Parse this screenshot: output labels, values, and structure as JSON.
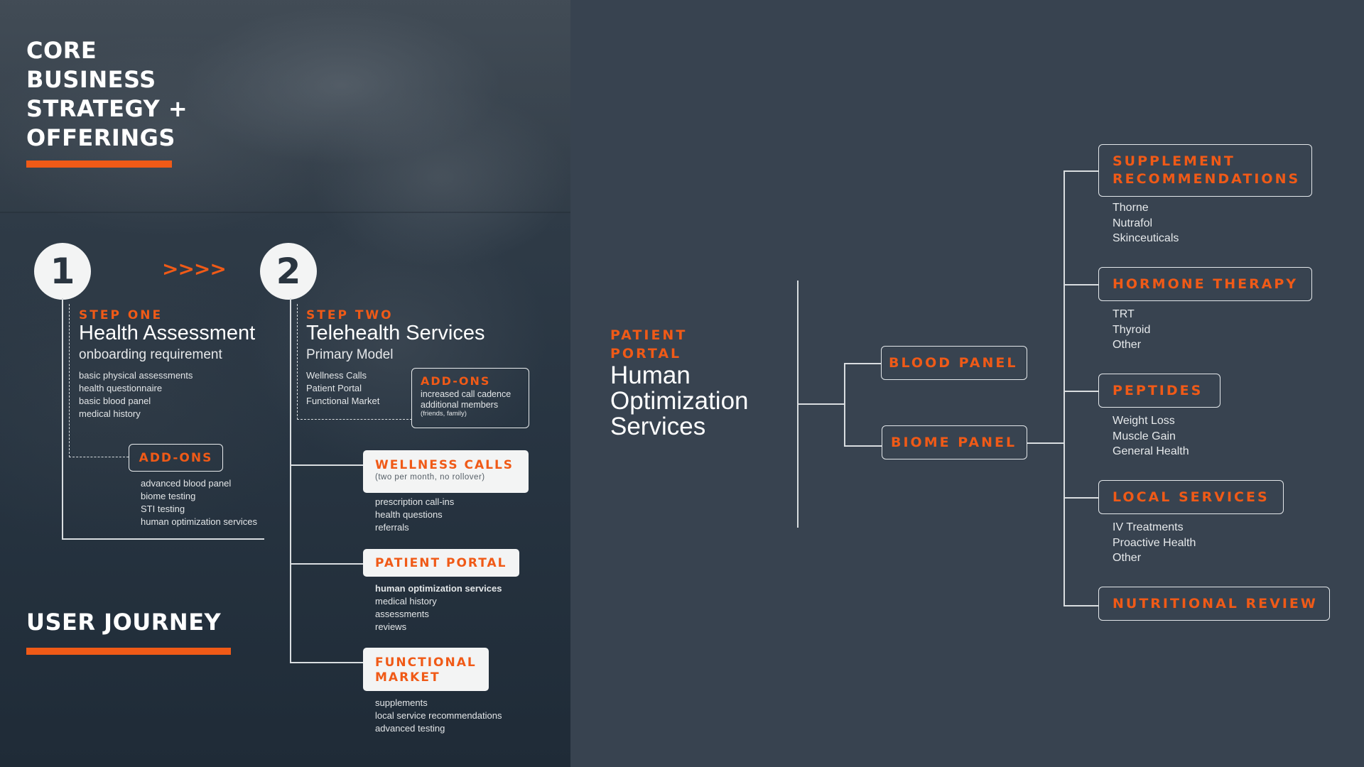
{
  "left": {
    "title_lines": [
      "CORE",
      "BUSINESS",
      "STRATEGY +",
      "OFFERINGS"
    ],
    "journey_title": "USER JOURNEY",
    "arrows": ">>>>",
    "step_one": {
      "number": "1",
      "label": "STEP ONE",
      "title": "Health Assessment",
      "subtitle": "onboarding requirement",
      "items": [
        "basic physical assessments",
        "health questionnaire",
        "basic blood panel",
        "medical history"
      ],
      "addons": {
        "label": "ADD-ONS",
        "items": [
          "advanced blood panel",
          "biome testing",
          "STI testing",
          "human optimization services"
        ]
      }
    },
    "step_two": {
      "number": "2",
      "label": "STEP TWO",
      "title": "Telehealth Services",
      "subtitle": "Primary Model",
      "items": [
        "Wellness Calls",
        "Patient Portal",
        "Functional Market"
      ],
      "addons": {
        "label": "ADD-ONS",
        "lines": [
          "increased call cadence",
          "additional members"
        ],
        "note": "(friends, family)"
      }
    },
    "branches": [
      {
        "label": "WELLNESS CALLS",
        "note": "(two per month, no rollover)",
        "items": [
          "prescription call-ins",
          "health questions",
          "referrals"
        ]
      },
      {
        "label": "PATIENT PORTAL",
        "items": [
          "human optimization services",
          "medical history",
          "assessments",
          "reviews"
        ]
      },
      {
        "label_lines": [
          "FUNCTIONAL",
          "MARKET"
        ],
        "items": [
          "supplements",
          "local service recommendations",
          "advanced testing"
        ]
      }
    ]
  },
  "right": {
    "portal_label_lines": [
      "PATIENT",
      "PORTAL"
    ],
    "portal_title_lines": [
      "Human",
      "Optimization",
      "Services"
    ],
    "panels": [
      "BLOOD PANEL",
      "BIOME PANEL"
    ],
    "services": [
      {
        "label_lines": [
          "SUPPLEMENT",
          "RECOMMENDATIONS"
        ],
        "items": [
          "Thorne",
          "Nutrafol",
          "Skinceuticals"
        ]
      },
      {
        "label_lines": [
          "HORMONE THERAPY"
        ],
        "items": [
          "TRT",
          "Thyroid",
          "Other"
        ]
      },
      {
        "label_lines": [
          "PEPTIDES"
        ],
        "items": [
          "Weight Loss",
          "Muscle Gain",
          "General Health"
        ]
      },
      {
        "label_lines": [
          "LOCAL SERVICES"
        ],
        "items": [
          "IV Treatments",
          "Proactive Health",
          "Other"
        ]
      },
      {
        "label_lines": [
          "NUTRITIONAL REVIEW"
        ],
        "items": []
      }
    ]
  },
  "colors": {
    "accent": "#f05a17",
    "right_background": "#384350",
    "left_background": "#263340",
    "box_fill": "#f3f4f4",
    "text": "#ffffff"
  }
}
